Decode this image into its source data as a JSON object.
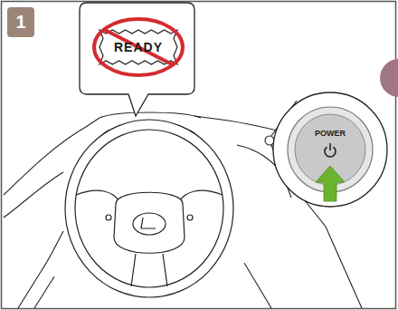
{
  "diagram": {
    "nodes": [
      {
        "text": [
          "1"
        ]
      },
      {
        "text": [
          "READY"
        ]
      },
      {
        "text": [
          "POWER"
        ]
      }
    ]
  }
}
